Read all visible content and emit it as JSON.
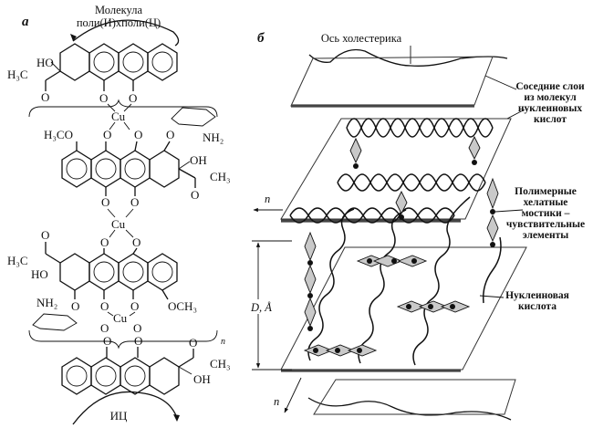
{
  "figure": {
    "panel_a": {
      "label": "а",
      "top_caption_line1": "Молекула",
      "top_caption_line2": "поли(И)хполи(Ц)",
      "bottom_caption": "ИЦ",
      "repeat_index": "n",
      "groups": {
        "h3c": "H₃C",
        "ho": "HO",
        "oh": "OH",
        "ch3": "CH₃",
        "o": "O",
        "cu": "Cu",
        "h3co": "H₃CO",
        "och3": "OCH₃",
        "nh2": "NH₂"
      }
    },
    "panel_b": {
      "label": "б",
      "axis_label": "Ось холестерика",
      "layers_label": [
        "Соседние слои",
        "из молекул",
        "нуклеиновых",
        "кислот"
      ],
      "bridges_label": [
        "Полимерные",
        "хелатные",
        "мостики –",
        "чувствительные",
        "элементы"
      ],
      "nucleic_label": [
        "Нуклеиновая",
        "кислота"
      ],
      "director_label": "n",
      "spacing_label": "D, Å"
    }
  }
}
